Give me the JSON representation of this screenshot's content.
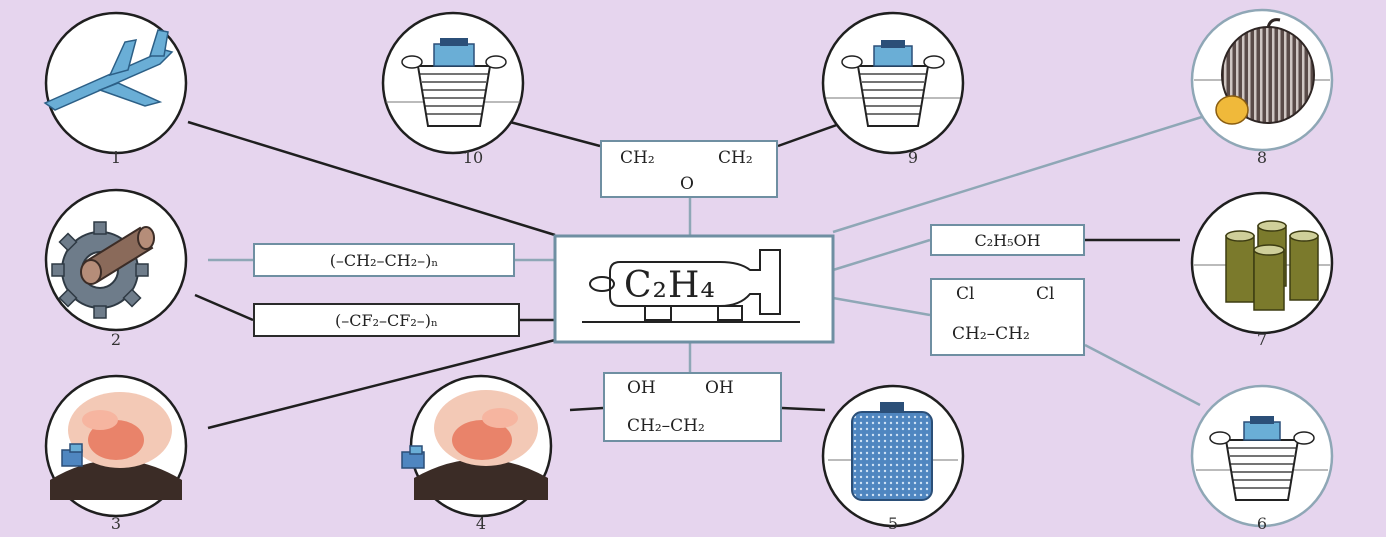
{
  "center": {
    "formula": "C₂H₄"
  },
  "formulas": {
    "ethylene_oxide": {
      "left": "CH₂",
      "right": "CH₂",
      "bottom": "O"
    },
    "polyethylene": "(–CH₂–CH₂–)ₙ",
    "ptfe": "(–CF₂–CF₂–)ₙ",
    "ethanol": "C₂H₅OH",
    "dichloroethane": {
      "top_left": "Cl",
      "top_right": "Cl",
      "bottom": "CH₂–CH₂"
    },
    "ethylene_glycol": {
      "top_left": "OH",
      "top_right": "OH",
      "bottom": "CH₂–CH₂"
    }
  },
  "labels": [
    "1",
    "2",
    "3",
    "4",
    "5",
    "6",
    "7",
    "8",
    "9",
    "10"
  ],
  "colors": {
    "background": "#e6d5ee",
    "box_border": "#6f8fa2",
    "line_dark": "#1f1f1f",
    "line_light": "#8fa7b6"
  }
}
